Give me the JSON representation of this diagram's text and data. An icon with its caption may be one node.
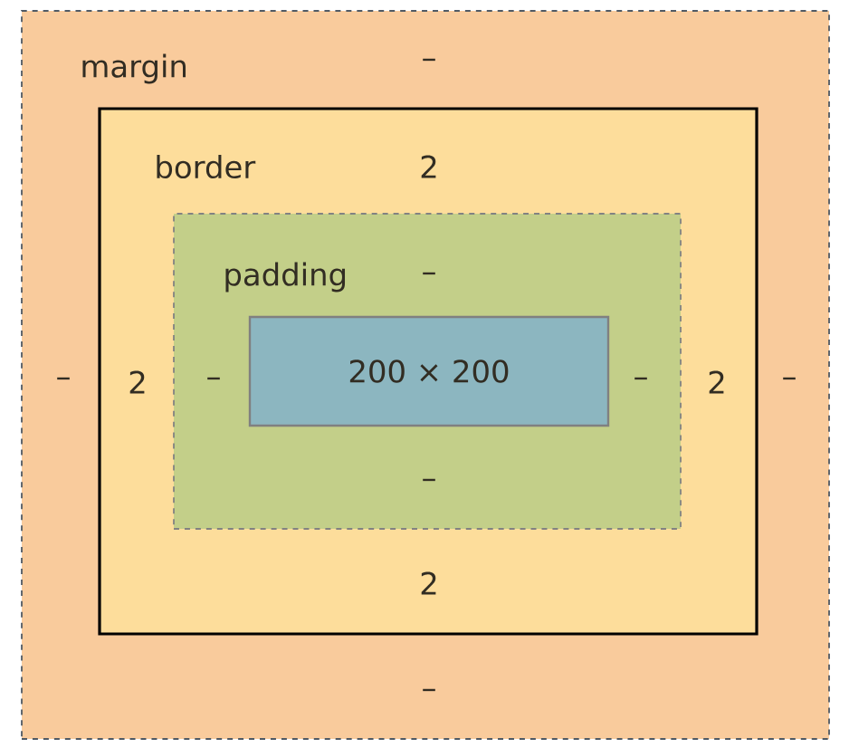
{
  "diagram": {
    "nodes": [
      {
        "text": [
          "margin"
        ]
      },
      {
        "text": [
          "border"
        ],
        "in": 0
      },
      {
        "text": [
          "padding"
        ],
        "in": 1
      },
      {
        "text": [
          "200 × 200"
        ],
        "in": 2
      }
    ],
    "labels": [
      "–",
      "2",
      "–",
      "–",
      "2",
      "–",
      "–",
      "2",
      "–",
      "–",
      "2",
      "–"
    ]
  }
}
